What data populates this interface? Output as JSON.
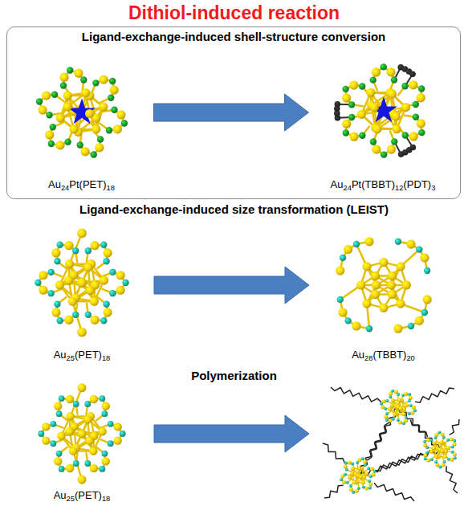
{
  "diagram": {
    "title": "Dithiol-induced reaction",
    "nodes": [
      {
        "text": [
          "Ligand-exchange-induced shell-structure conversion"
        ]
      },
      {
        "text": [
          "Au24Pt(PET)18"
        ],
        "in": 0
      },
      {
        "text": [
          "Au24Pt(TBBT)12(PDT)3"
        ],
        "in": 0
      },
      {
        "text": [
          "Au25(PET)18"
        ]
      },
      {
        "text": [
          "Au28(TBBT)20"
        ]
      },
      {
        "text": [
          "Au25(PET)18"
        ]
      }
    ],
    "edges": [
      {
        "from": 1,
        "to": 2,
        "arrow": "to"
      },
      {
        "from": 3,
        "to": 4,
        "arrow": "to"
      }
    ],
    "labels": [
      "Ligand-exchange-induced size transformation (LEIST)",
      "Polymerization"
    ]
  }
}
